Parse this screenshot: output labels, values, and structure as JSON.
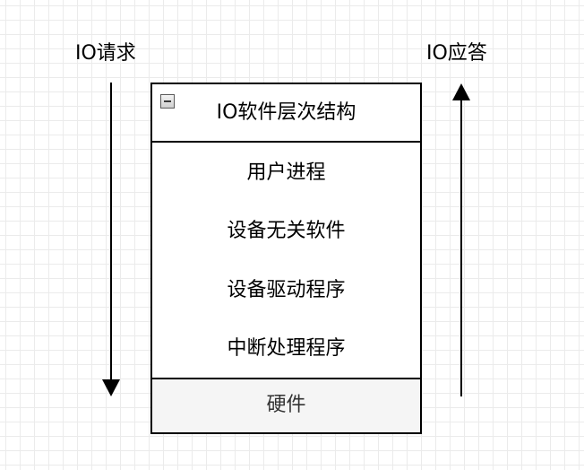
{
  "request_label": "IO请求",
  "response_label": "IO应答",
  "stack": {
    "title": "IO软件层次结构",
    "layers": [
      "用户进程",
      "设备无关软件",
      "设备驱动程序",
      "中断处理程序"
    ],
    "hardware": "硬件"
  },
  "colors": {
    "stroke": "#000000",
    "hardware_fill": "#f5f5f5",
    "hardware_text": "#333333",
    "grid": "#ebebeb"
  },
  "icons": {
    "collapse": "minus-square-icon",
    "request_arrow": "arrow-down-icon",
    "response_arrow": "arrow-up-icon"
  }
}
